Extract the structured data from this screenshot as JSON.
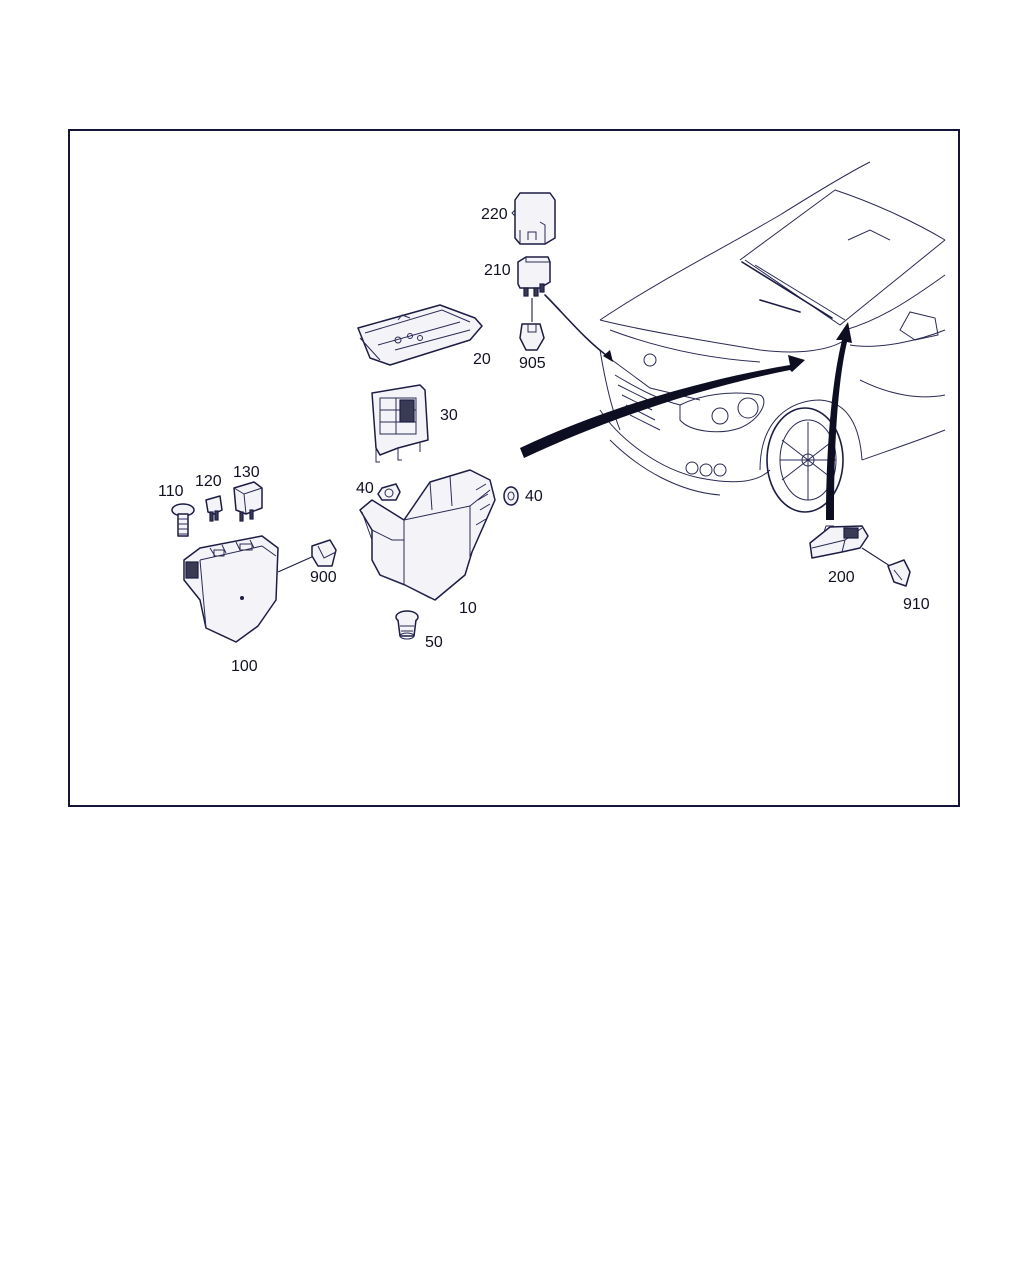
{
  "callouts": {
    "c220": "220",
    "c210": "210",
    "c905": "905",
    "c20": "20",
    "c30": "30",
    "c40a": "40",
    "c40b": "40",
    "c110": "110",
    "c120": "120",
    "c130": "130",
    "c900": "900",
    "c10": "10",
    "c50": "50",
    "c100": "100",
    "c200": "200",
    "c910": "910"
  },
  "colors": {
    "ink": "#1c1c44",
    "part_fill": "#f4f4f8",
    "arrow": "#0e0e22",
    "background": "#ffffff"
  }
}
